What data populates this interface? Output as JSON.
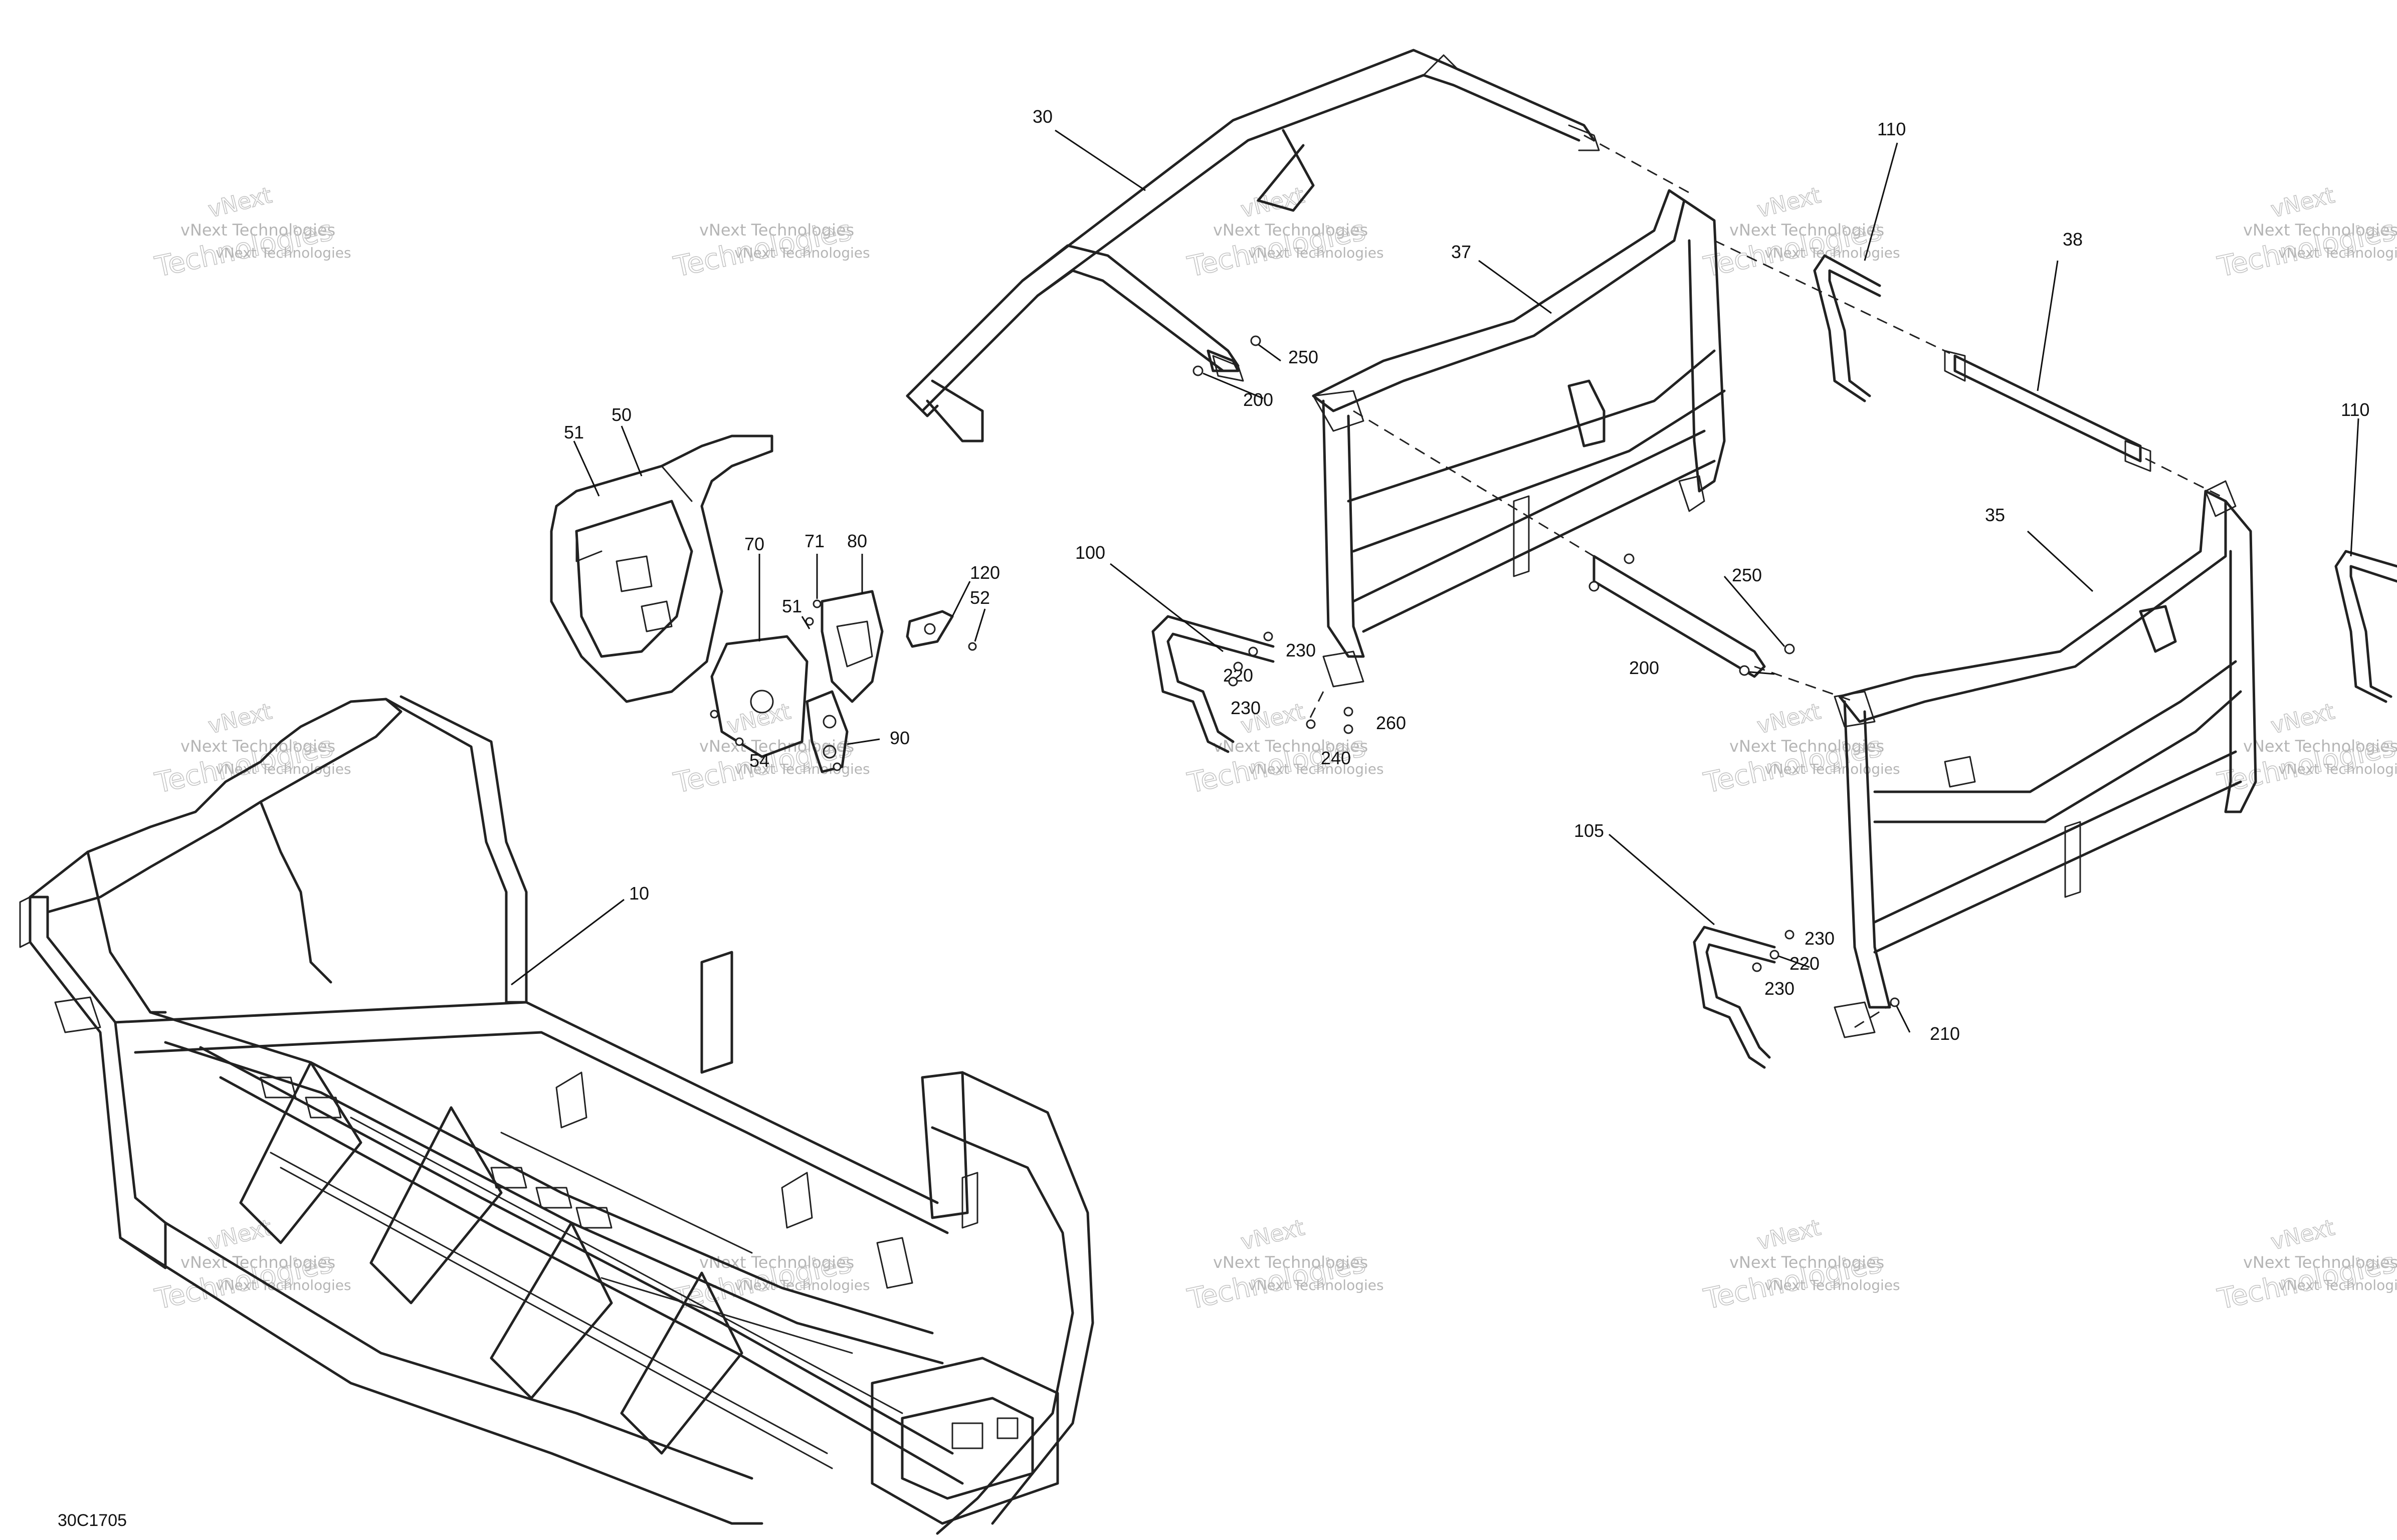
{
  "diagram": {
    "drawing_code": "30C1705",
    "watermark": {
      "line1": "vNext Technologies",
      "line2_a": "vNext",
      "line2_b": "Technologies"
    },
    "callouts": [
      {
        "id": "c-10",
        "label": "10"
      },
      {
        "id": "c-30",
        "label": "30"
      },
      {
        "id": "c-35",
        "label": "35"
      },
      {
        "id": "c-37",
        "label": "37"
      },
      {
        "id": "c-38",
        "label": "38"
      },
      {
        "id": "c-50",
        "label": "50"
      },
      {
        "id": "c-51a",
        "label": "51"
      },
      {
        "id": "c-51b",
        "label": "51"
      },
      {
        "id": "c-52",
        "label": "52"
      },
      {
        "id": "c-54",
        "label": "54"
      },
      {
        "id": "c-70",
        "label": "70"
      },
      {
        "id": "c-71",
        "label": "71"
      },
      {
        "id": "c-80",
        "label": "80"
      },
      {
        "id": "c-90",
        "label": "90"
      },
      {
        "id": "c-100",
        "label": "100"
      },
      {
        "id": "c-105",
        "label": "105"
      },
      {
        "id": "c-110a",
        "label": "110"
      },
      {
        "id": "c-110b",
        "label": "110"
      },
      {
        "id": "c-120",
        "label": "120"
      },
      {
        "id": "c-200a",
        "label": "200"
      },
      {
        "id": "c-200b",
        "label": "200"
      },
      {
        "id": "c-210",
        "label": "210"
      },
      {
        "id": "c-220a",
        "label": "220"
      },
      {
        "id": "c-220b",
        "label": "220"
      },
      {
        "id": "c-230a",
        "label": "230"
      },
      {
        "id": "c-230b",
        "label": "230"
      },
      {
        "id": "c-230c",
        "label": "230"
      },
      {
        "id": "c-230d",
        "label": "230"
      },
      {
        "id": "c-240",
        "label": "240"
      },
      {
        "id": "c-250a",
        "label": "250"
      },
      {
        "id": "c-250b",
        "label": "250"
      },
      {
        "id": "c-260",
        "label": "260"
      }
    ]
  }
}
